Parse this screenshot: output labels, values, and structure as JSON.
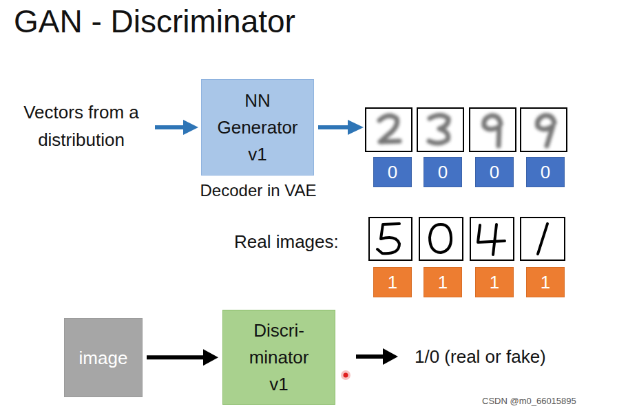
{
  "diagram": {
    "title": "GAN - Discriminator",
    "nodes": [
      {
        "text": [
          "NN Generator v1",
          "Decoder in VAE"
        ]
      },
      {
        "text": [
          "0"
        ]
      },
      {
        "text": [
          "0"
        ]
      },
      {
        "text": [
          "0"
        ]
      },
      {
        "text": [
          "0"
        ]
      },
      {
        "text": [
          "1"
        ]
      },
      {
        "text": [
          "1"
        ]
      },
      {
        "text": [
          "1"
        ]
      },
      {
        "text": [
          "1"
        ]
      },
      {
        "text": [
          "image"
        ]
      },
      {
        "text": [
          "Discri- minator v1"
        ]
      }
    ],
    "edges": [
      {
        "from": 9,
        "to": 10,
        "arrow": "to"
      }
    ],
    "labels": [
      "Vectors from a distribution",
      "Real images:",
      "1/0 (real or fake)",
      "CSDN @m0_66015895"
    ]
  }
}
